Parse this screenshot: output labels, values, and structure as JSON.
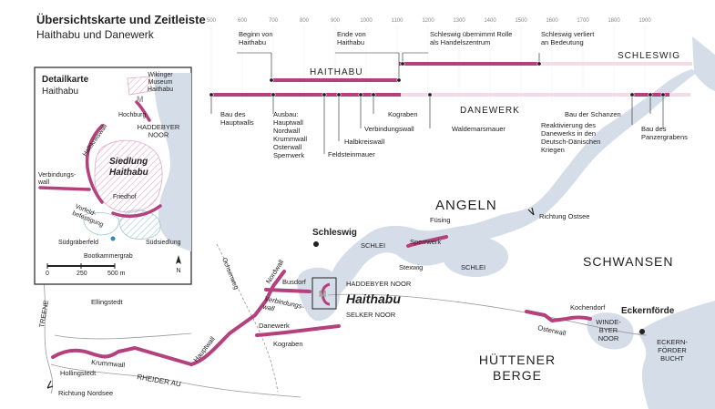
{
  "header": {
    "title": "Übersichtskarte und Zeitleiste",
    "subtitle": "Haithabu und Danewerk"
  },
  "timeline": {
    "years": [
      "500",
      "600",
      "700",
      "800",
      "900",
      "1000",
      "1100",
      "1200",
      "1300",
      "1400",
      "1500",
      "1600",
      "1700",
      "1800",
      "1900"
    ],
    "bars": {
      "haithabu": "HAITHABU",
      "danewerk": "DANEWERK",
      "schleswig": "SCHLESWIG"
    },
    "events_top": [
      "Beginn von\nHaithabu",
      "Ende von\nHaithabu",
      "Schleswig übernimmt Rolle\nals Handelszentrum",
      "Schleswig verliert\nan Bedeutung"
    ],
    "events_bottom": [
      "Bau des\nHauptwalls",
      "Ausbau:\nHauptwall\nNordwall\nKrummwall\nOsterwall\nSperrwerk",
      "Feldsteinmauer",
      "Halbkreiswall",
      "Verbindungswall",
      "Kograben",
      "Waldemarsmauer",
      "Reaktivierung des\nDanewerks in den\nDeutsch-Dänischen\nKriegen",
      "Bau der Schanzen",
      "Bau des\nPanzergrabens"
    ]
  },
  "detail_map": {
    "title": "Detailkarte",
    "subtitle": "Haithabu",
    "labels": {
      "museum": "Wikinger\nMuseum\nHaithabu",
      "museum_marker": "M",
      "hochburg": "Hochburg",
      "haddebyer_noor": "HADDEBYER\nNOOR",
      "halbkreiswall": "Halbkreiswall",
      "siedlung": "Siedlung\nHaithabu",
      "verbindungswall": "Verbindungs-\nwall",
      "friedhof": "Friedhof",
      "vorfeld": "Vorfeld-\nbefestigung",
      "suedgraeberfeld": "Südgräberfeld",
      "suedsiedlung": "Südsiedlung",
      "bootkammergrab": "Bootkammergrab"
    },
    "scale": [
      "0",
      "250",
      "500 m"
    ],
    "north": "N"
  },
  "main_map": {
    "regions": {
      "angeln": "ANGELN",
      "schwansen": "SCHWANSEN",
      "huettener_berge": "HÜTTENER\nBERGE"
    },
    "towns": {
      "schleswig": "Schleswig",
      "eckernfoerde": "Eckernförde",
      "ellingstedt": "Ellingstedt",
      "hollingstedt": "Hollingstedt",
      "busdorf": "Busdorf",
      "kochendorf": "Kochendorf",
      "fuesing": "Füsing",
      "stexwig": "Stexwig"
    },
    "water": {
      "schlei1": "SCHLEI",
      "schlei2": "SCHLEI",
      "haddebyer_noor": "HADDEBYER NOOR",
      "selker_noor": "SELKER NOOR",
      "windebyer_noor": "WINDE-\nBYER\nNOOR",
      "eckernfoerder_bucht": "ECKERN-\nFÖRDER\nBUCHT",
      "treene": "TREENE",
      "rheider_au": "RHEIDER AU"
    },
    "walls": {
      "sperrwerk": "Sperrwerk",
      "nordwall": "Nordwall",
      "verbindungswall": "Verbindungs-\nwall",
      "danewerk": "Danewerk",
      "hauptwall": "Hauptwall",
      "krummwall": "Krummwall",
      "kograben": "Kograben",
      "osterwall": "Osterwall",
      "ochsenweg": "Ochsenweg"
    },
    "haithabu": "Haithabu",
    "museum_marker": "M",
    "directions": {
      "ostsee": "Richtung Ostsee",
      "nordsee": "Richtung Nordsee"
    }
  },
  "colors": {
    "wall": "#b5407e",
    "water": "#d5dde8",
    "light_wall": "#e9c4d8",
    "road": "#888888"
  }
}
